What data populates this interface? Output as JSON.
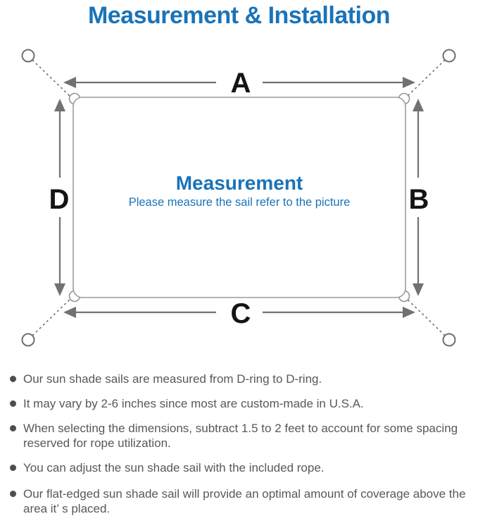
{
  "page": {
    "title": "Measurement & Installation"
  },
  "diagram": {
    "labels": {
      "top": "A",
      "right": "B",
      "bottom": "C",
      "left": "D"
    },
    "center_title": "Measurement",
    "center_subtitle": "Please measure the sail refer to the picture"
  },
  "notes": {
    "items": [
      "Our sun shade sails are measured from D-ring to D-ring.",
      "It may vary by 2-6 inches since most are custom-made in U.S.A.",
      "When selecting the dimensions, subtract 1.5 to 2 feet to account for some spacing reserved for rope utilization.",
      "You can adjust the sun shade sail with the included rope.",
      "Our flat-edged sun shade sail will provide an optimal amount of coverage above the area it’ s placed."
    ]
  },
  "colors": {
    "accent_blue": "#1a73b8",
    "line_gray": "#717171",
    "text_gray": "#58585a"
  }
}
